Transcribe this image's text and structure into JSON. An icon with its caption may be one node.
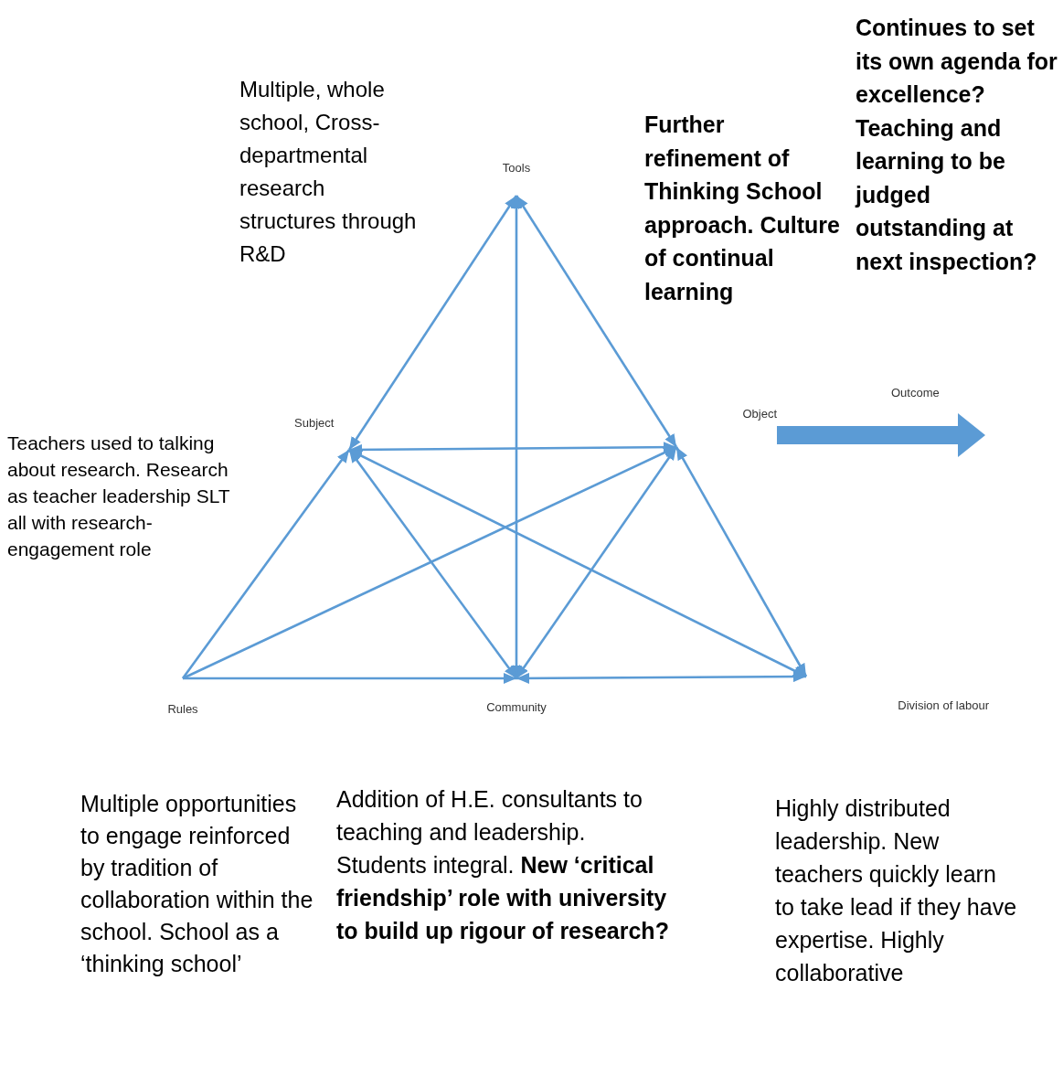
{
  "diagram": {
    "nodes": [
      {
        "text": [
          "Tools"
        ]
      },
      {
        "text": [
          "Subject"
        ]
      },
      {
        "text": [
          "Object"
        ]
      },
      {
        "text": [
          "Rules"
        ]
      },
      {
        "text": [
          "Community"
        ]
      },
      {
        "text": [
          "Division of labour"
        ]
      }
    ],
    "edges": [
      {
        "from": 0,
        "to": 1,
        "arrow": "both"
      },
      {
        "from": 0,
        "to": 2,
        "arrow": "both"
      },
      {
        "from": 0,
        "to": 4,
        "arrow": "both"
      },
      {
        "from": 1,
        "to": 2,
        "arrow": "both"
      },
      {
        "from": 1,
        "to": 4,
        "arrow": "both"
      },
      {
        "from": 1,
        "to": 5,
        "arrow": "both"
      },
      {
        "from": 2,
        "to": 4,
        "arrow": "both"
      },
      {
        "from": 2,
        "to": 5,
        "arrow": "both"
      },
      {
        "from": 3,
        "to": 1,
        "arrow": "to"
      },
      {
        "from": 3,
        "to": 2,
        "arrow": "to"
      },
      {
        "from": 3,
        "to": 4,
        "arrow": "to"
      },
      {
        "from": 4,
        "to": 5,
        "arrow": "both"
      },
      {
        "from": 2,
        "to": null,
        "arrow": "to",
        "style": "thick"
      }
    ],
    "labels": [
      "Continues to set its own agenda for excellence? Teaching and learning to be judged outstanding at next inspection?",
      "Multiple, whole school, Cross-departmental research structures through R&D",
      "Further refinement of Thinking School approach. Culture of continual learning",
      "Outcome",
      "Teachers used to talking about research. Research as teacher leadership SLT all with research-engagement role",
      "Addition of H.E. consultants to teaching and leadership. Students integral. **New ‘critical friendship’ role with university to build up rigour of research?**",
      "Highly distributed leadership. New teachers quickly learn to take lead if they have expertise. Highly collaborative",
      "Multiple opportunities to engage reinforced by tradition of collaboration within the school. School as a ‘thinking school’"
    ]
  }
}
